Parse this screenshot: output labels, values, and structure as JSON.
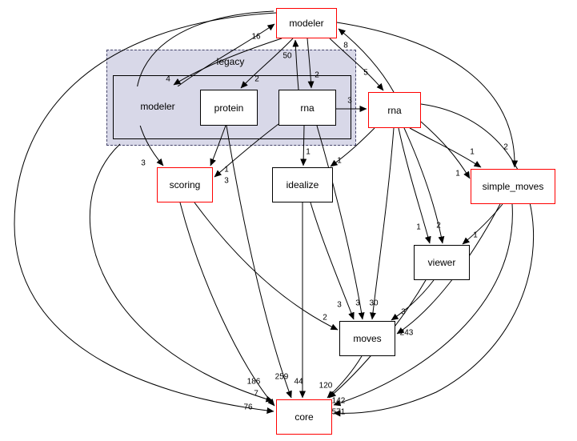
{
  "diagram": {
    "type": "directory-dependency-graph",
    "cluster": {
      "label": "legacy"
    },
    "nodes": {
      "modeler_top": {
        "label": "modeler",
        "border": "#ff0000"
      },
      "modeler_inner": {
        "label": "modeler",
        "border": "#000000"
      },
      "protein": {
        "label": "protein",
        "border": "#000000"
      },
      "rna_inner": {
        "label": "rna",
        "border": "#000000"
      },
      "rna_outer": {
        "label": "rna",
        "border": "#ff0000"
      },
      "scoring": {
        "label": "scoring",
        "border": "#ff0000"
      },
      "idealize": {
        "label": "idealize",
        "border": "#000000"
      },
      "simple_moves": {
        "label": "simple_moves",
        "border": "#ff0000"
      },
      "viewer": {
        "label": "viewer",
        "border": "#000000"
      },
      "moves": {
        "label": "moves",
        "border": "#000000"
      },
      "core": {
        "label": "core",
        "border": "#ff0000"
      }
    },
    "edge_labels": [
      "4",
      "16",
      "2",
      "2",
      "50",
      "5",
      "8",
      "3",
      "1",
      "3",
      "3",
      "1",
      "1",
      "1",
      "2",
      "1",
      "1",
      "2",
      "1",
      "3",
      "3",
      "30",
      "3",
      "2",
      "243",
      "186",
      "259",
      "44",
      "120",
      "7",
      "76",
      "142",
      "571"
    ],
    "colors": {
      "cluster_fill": "#d8d8e8",
      "red_border": "#ff0000",
      "black_border": "#000000",
      "edge": "#000000"
    }
  }
}
